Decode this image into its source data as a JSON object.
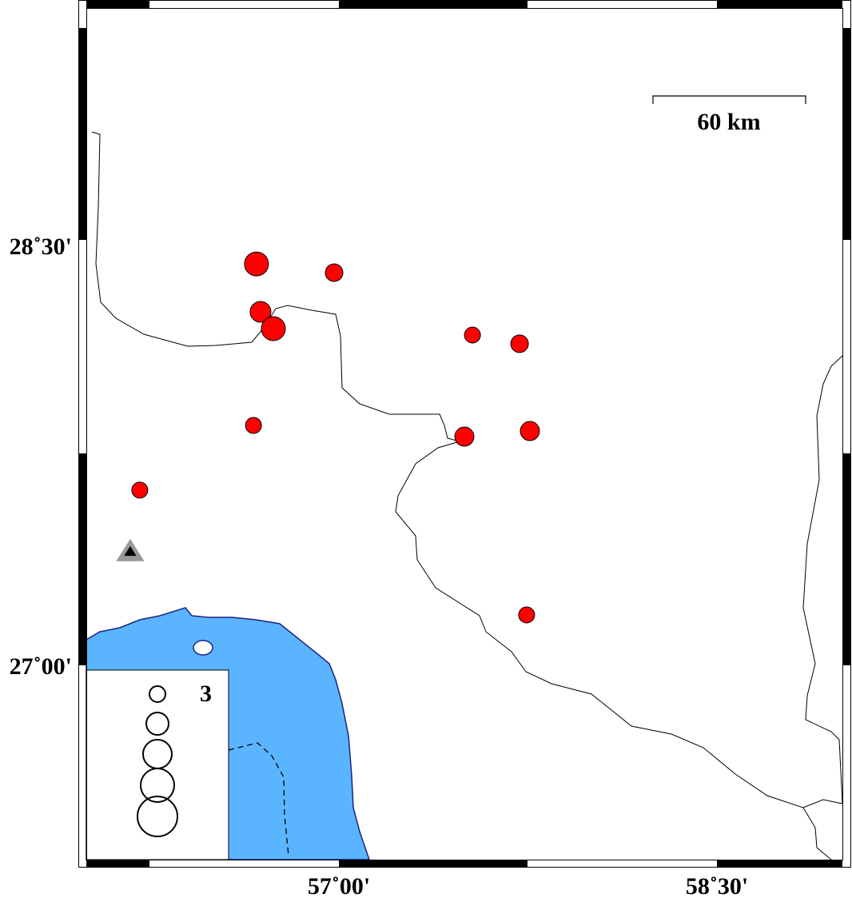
{
  "map": {
    "axes": {
      "lon_labels": [
        {
          "value": 57.0,
          "text": "57˚00'"
        },
        {
          "value": 58.5,
          "text": "58˚30'"
        }
      ],
      "lat_labels": [
        {
          "value": 28.5,
          "text": "28˚30'"
        },
        {
          "value": 27.0,
          "text": "27˚00'"
        }
      ]
    },
    "scale_bar": {
      "label": "60 km",
      "length_km": 60
    },
    "legend": {
      "first_label": "3",
      "magnitudes": [
        3,
        3.5,
        4,
        4.5,
        5
      ]
    },
    "colors": {
      "event": "#ff0000",
      "sea": "#5ab4ff",
      "coast": "#1a237e",
      "station": "#999999"
    },
    "events": [
      {
        "lon": 56.673,
        "lat": 28.434,
        "mag": 4
      },
      {
        "lon": 56.981,
        "lat": 28.403,
        "mag": 3.2
      },
      {
        "lon": 56.689,
        "lat": 28.263,
        "mag": 3.6
      },
      {
        "lon": 56.74,
        "lat": 28.203,
        "mag": 4
      },
      {
        "lon": 57.53,
        "lat": 28.18,
        "mag": 3
      },
      {
        "lon": 57.717,
        "lat": 28.149,
        "mag": 3.2
      },
      {
        "lon": 56.661,
        "lat": 27.857,
        "mag": 3
      },
      {
        "lon": 57.498,
        "lat": 27.817,
        "mag": 3.4
      },
      {
        "lon": 57.758,
        "lat": 27.837,
        "mag": 3.4
      },
      {
        "lon": 56.21,
        "lat": 27.626,
        "mag": 3
      },
      {
        "lon": 57.745,
        "lat": 27.18,
        "mag": 3
      }
    ],
    "station": {
      "lon": 56.172,
      "lat": 27.406
    }
  }
}
